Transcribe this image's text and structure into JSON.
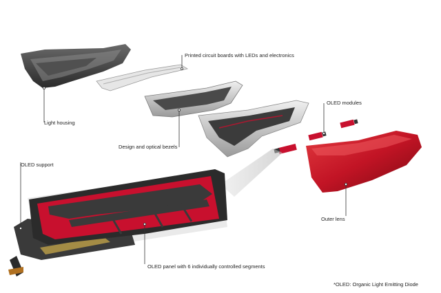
{
  "labels": {
    "light_housing": "Light housing",
    "pcb": "Printed circuit boards with LEDs and electronics",
    "design_bezels": "Design and optical bezels",
    "oled_modules": "OLED modules",
    "oled_support": "OLED support",
    "outer_lens": "Outer lens",
    "oled_panel": "OLED panel with 6 individually controlled segments"
  },
  "footnote": "*OLED: Organic Light Emitting Diode",
  "colors": {
    "oled_red": "#c8102e",
    "lens_red": "#b3121f",
    "housing_dark": "#3a3a3a",
    "panel_dark": "#2b2b2b",
    "leader_line": "#333333"
  }
}
